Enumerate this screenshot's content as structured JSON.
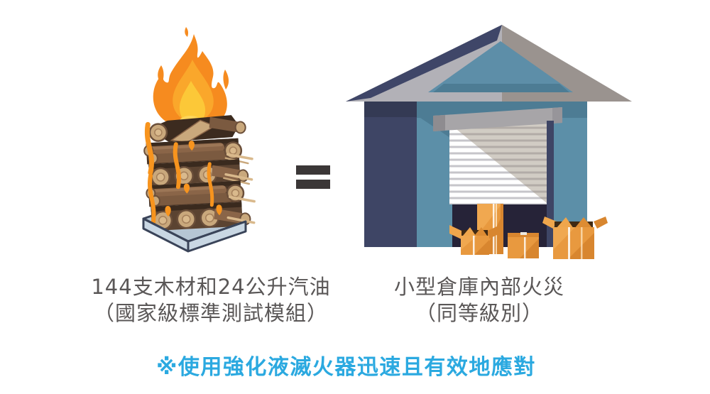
{
  "comparison": {
    "left_item": {
      "illustration": "burning-wood-stack-on-tray",
      "caption_line1": "144支木材和24公升汽油",
      "caption_line2": "（國家級標準測試模組）"
    },
    "operator": "=",
    "right_item": {
      "illustration": "small-warehouse-with-roller-door-and-boxes",
      "caption_line1": "小型倉庫內部火災",
      "caption_line2": "（同等級別）"
    }
  },
  "footnote": "※使用強化液滅火器迅速且有效地應對",
  "colors": {
    "background": "#FFFFFF",
    "caption_text": "#5A5757",
    "footnote_text": "#2BA9E0",
    "equals_sign": "#3B3737",
    "flame_orange": "#F68B1F",
    "flame_gold": "#FCC838",
    "wood_brown": "#8A6548",
    "wood_cut_face": "#C9A87C",
    "tray_blue_gray": "#C9D7E3",
    "warehouse_teal": "#5C8FA8",
    "warehouse_teal_shadow": "#4D7C94",
    "warehouse_navy": "#3E4565",
    "roof_navy": "#3F4668",
    "roof_gray": "#9A938F",
    "door_opening": "#262338",
    "box_orange": "#E8993F"
  }
}
